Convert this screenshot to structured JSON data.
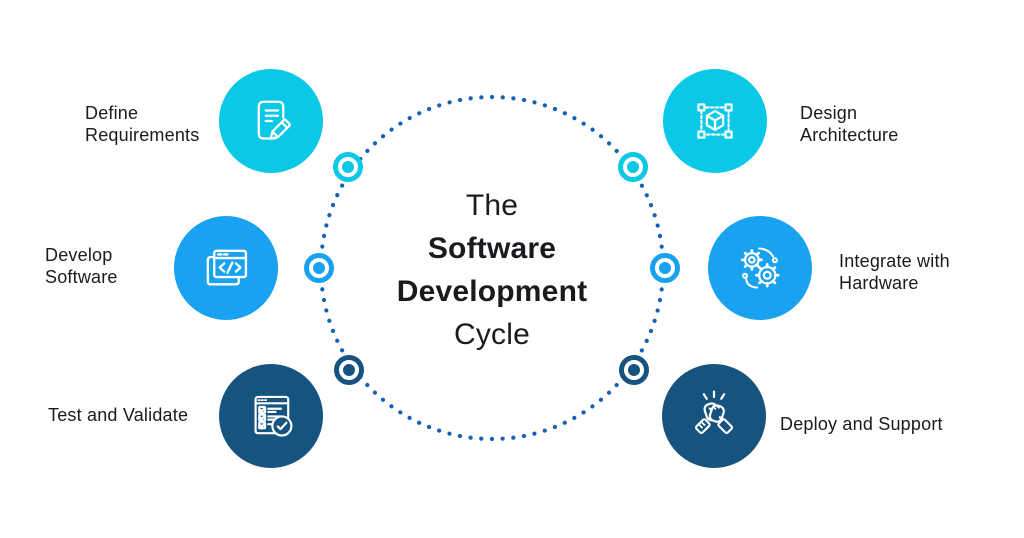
{
  "title": {
    "line1": "The",
    "line2": "Software",
    "line3": "Development",
    "line4": "Cycle"
  },
  "stages": {
    "define": {
      "label": "Define\nRequirements",
      "icon": "document-pencil-icon",
      "color": "#0bc8e6"
    },
    "develop": {
      "label": "Develop\nSoftware",
      "icon": "code-window-icon",
      "color": "#18a2f0"
    },
    "test": {
      "label": "Test and Validate",
      "icon": "checklist-icon",
      "color": "#16537f"
    },
    "design": {
      "label": "Design\nArchitecture",
      "icon": "cube-selection-icon",
      "color": "#0bc8e6"
    },
    "integrate": {
      "label": "Integrate with\nHardware",
      "icon": "gears-icon",
      "color": "#18a2f0"
    },
    "deploy": {
      "label": "Deploy and Support",
      "icon": "handshake-icon",
      "color": "#16537f"
    }
  },
  "palette": {
    "cyan": "#0bc8e6",
    "blue": "#18a2f0",
    "navy": "#16537f",
    "dotted_circle": "#1360b6",
    "text": "#191b1e",
    "icon_stroke": "#ffffff",
    "background": "#ffffff"
  }
}
